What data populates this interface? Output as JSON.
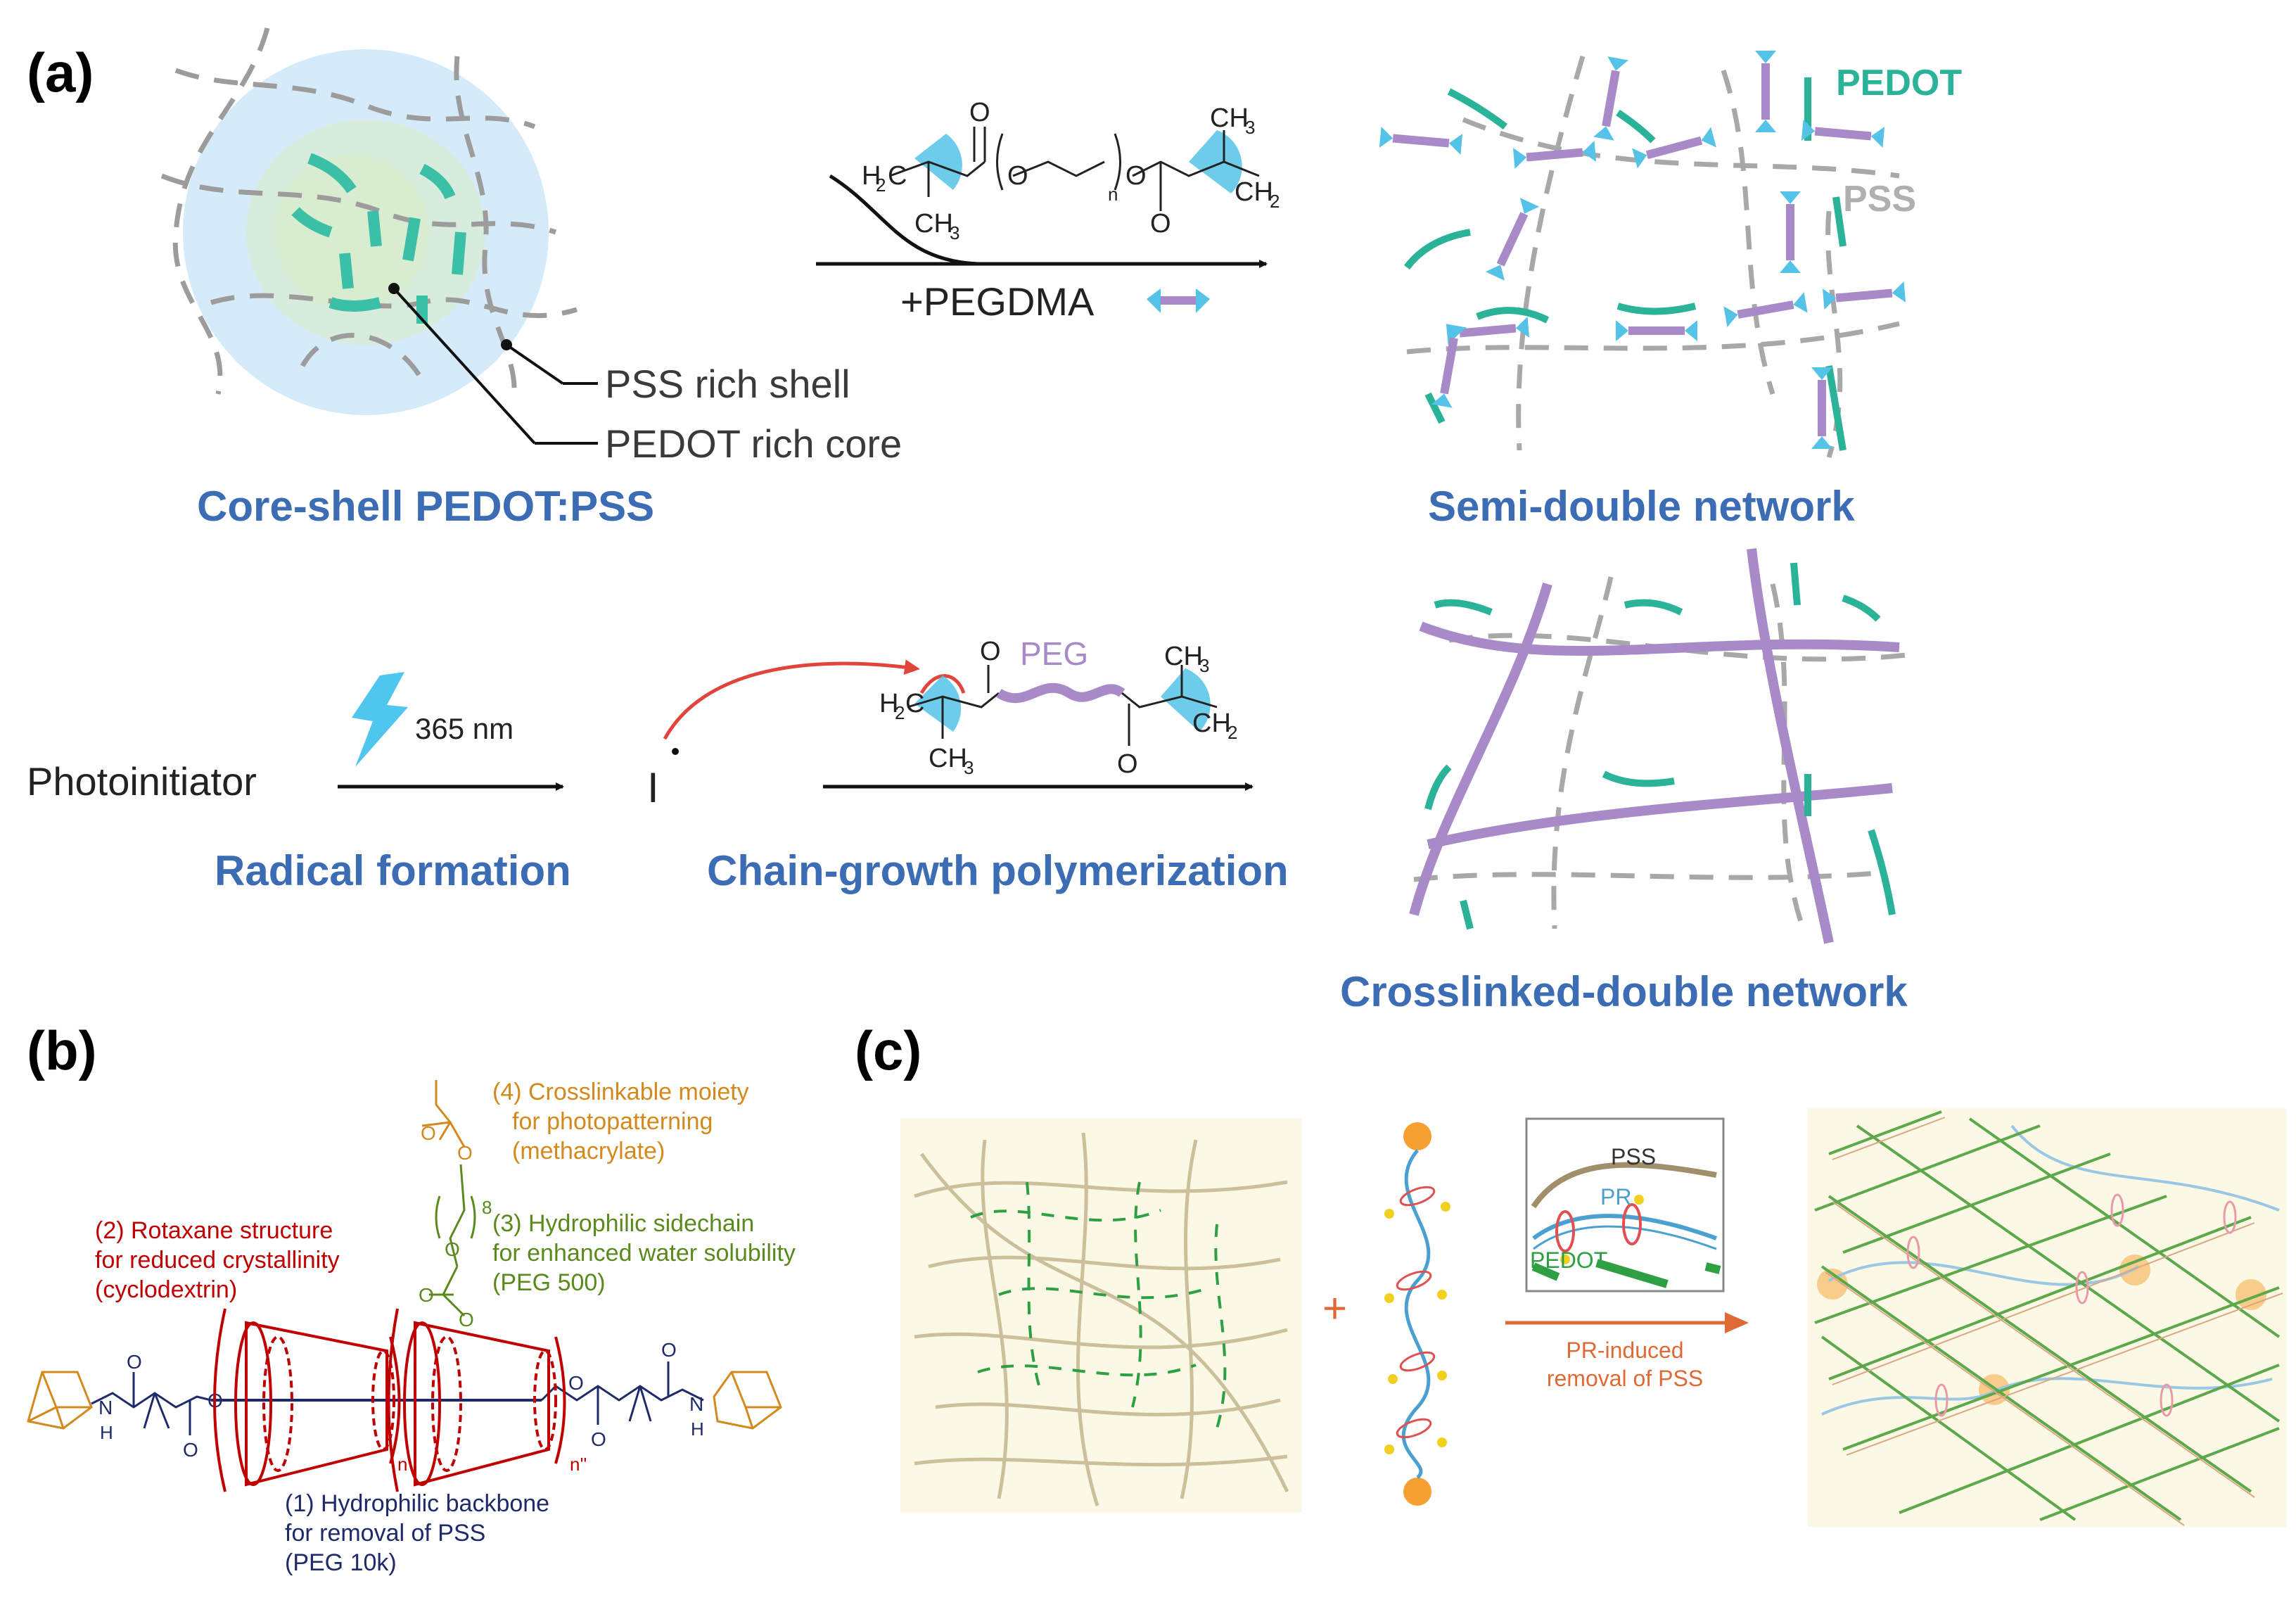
{
  "panel_a": {
    "letter": "(a)",
    "core_shell_title": "Core-shell PEDOT:PSS",
    "pss_shell_label": "PSS rich shell",
    "pedot_core_label": "PEDOT rich core",
    "reagent_label": "+PEGDMA",
    "semi_network_title": "Semi-double network",
    "pedot_label": "PEDOT",
    "pss_label": "PSS",
    "photoinitiator": "Photoinitiator",
    "wavelength": "365 nm",
    "radical_symbol": "I",
    "radical_formation": "Radical formation",
    "peg_label": "PEG",
    "chain_growth": "Chain-growth polymerization",
    "crosslinked_title": "Crosslinked-double network",
    "chem": {
      "h2c": "H",
      "two": "2",
      "c": "C",
      "ch3_a": "CH",
      "three": "3",
      "ch2": "CH",
      "o": "O",
      "n": "n"
    }
  },
  "panel_b": {
    "letter": "(b)",
    "label4_line1": "(4) Crosslinkable moiety",
    "label4_line2": "for photopatterning",
    "label4_line3": "(methacrylate)",
    "label3_line1": "(3) Hydrophilic sidechain",
    "label3_line2": "for enhanced water solubility",
    "label3_line3": "(PEG 500)",
    "label2_line1": "(2) Rotaxane structure",
    "label2_line2": "for reduced crystallinity",
    "label2_line3": "(cyclodextrin)",
    "label1_line1": "(1) Hydrophilic backbone",
    "label1_line2": "for removal of PSS",
    "label1_line3": "(PEG 10k)",
    "n_prime": "n'",
    "n_dprime": "n''",
    "n_side": "8",
    "atom_n": "N",
    "atom_h": "H",
    "atom_o": "O"
  },
  "panel_c": {
    "letter": "(c)",
    "plus": "+",
    "inset_pss": "PSS",
    "inset_pr": "PR",
    "inset_pedot": "PEDOT",
    "arrow_line1": "PR-induced",
    "arrow_line2": "removal of PSS"
  },
  "colors": {
    "blue_title": "#3b6cb4",
    "pedot_teal": "#2bb39a",
    "peg_purple": "#a98ac9",
    "pss_gray": "#a8a8a8",
    "shell_blue": "#d6ebfa",
    "core_green": "#d8ecd0",
    "methacrylate_cyan": "#55c3e8",
    "bolt_cyan": "#4fc6ee",
    "b_red": "#c00000",
    "b_green": "#5a8a1e",
    "b_orange": "#d4891c",
    "b_navy": "#1f2a6b",
    "c_orange": "#e06a35",
    "c_pr_blue": "#4aa0d0",
    "c_pedot_green": "#2ea043",
    "c_background": "#fbf8e6"
  }
}
